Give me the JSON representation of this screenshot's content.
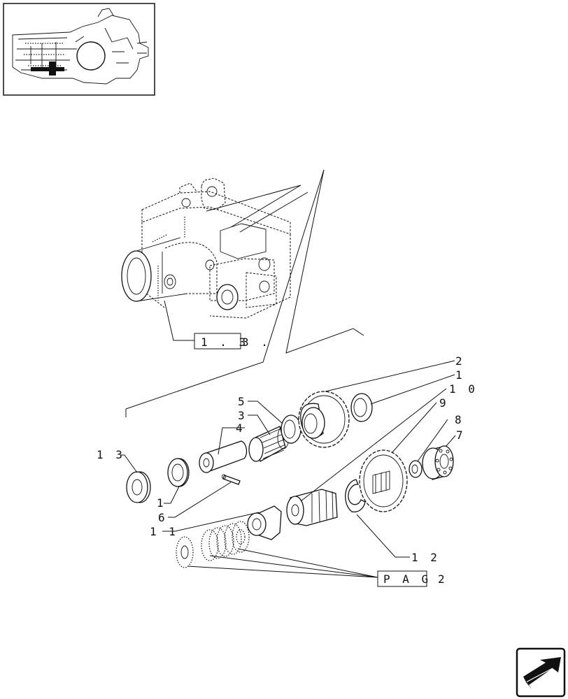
{
  "labels": {
    "ref_1": "1",
    "ref_1b": "1",
    "ref_2": "2",
    "ref_3": "3",
    "ref_4": "4",
    "ref_5": "5",
    "ref_6": "6",
    "ref_7": "7",
    "ref_8": "8",
    "ref_9": "9",
    "ref_10": "1 0",
    "ref_11": "1 1",
    "ref_12": "1 2",
    "ref_13": "1 3",
    "ref_box": "1 . 3",
    "ref_box_suffix": "3 .",
    "pag_box": "P A G",
    "pag_num": "2"
  },
  "icons": {
    "nav": "next-page-arrow-icon"
  }
}
